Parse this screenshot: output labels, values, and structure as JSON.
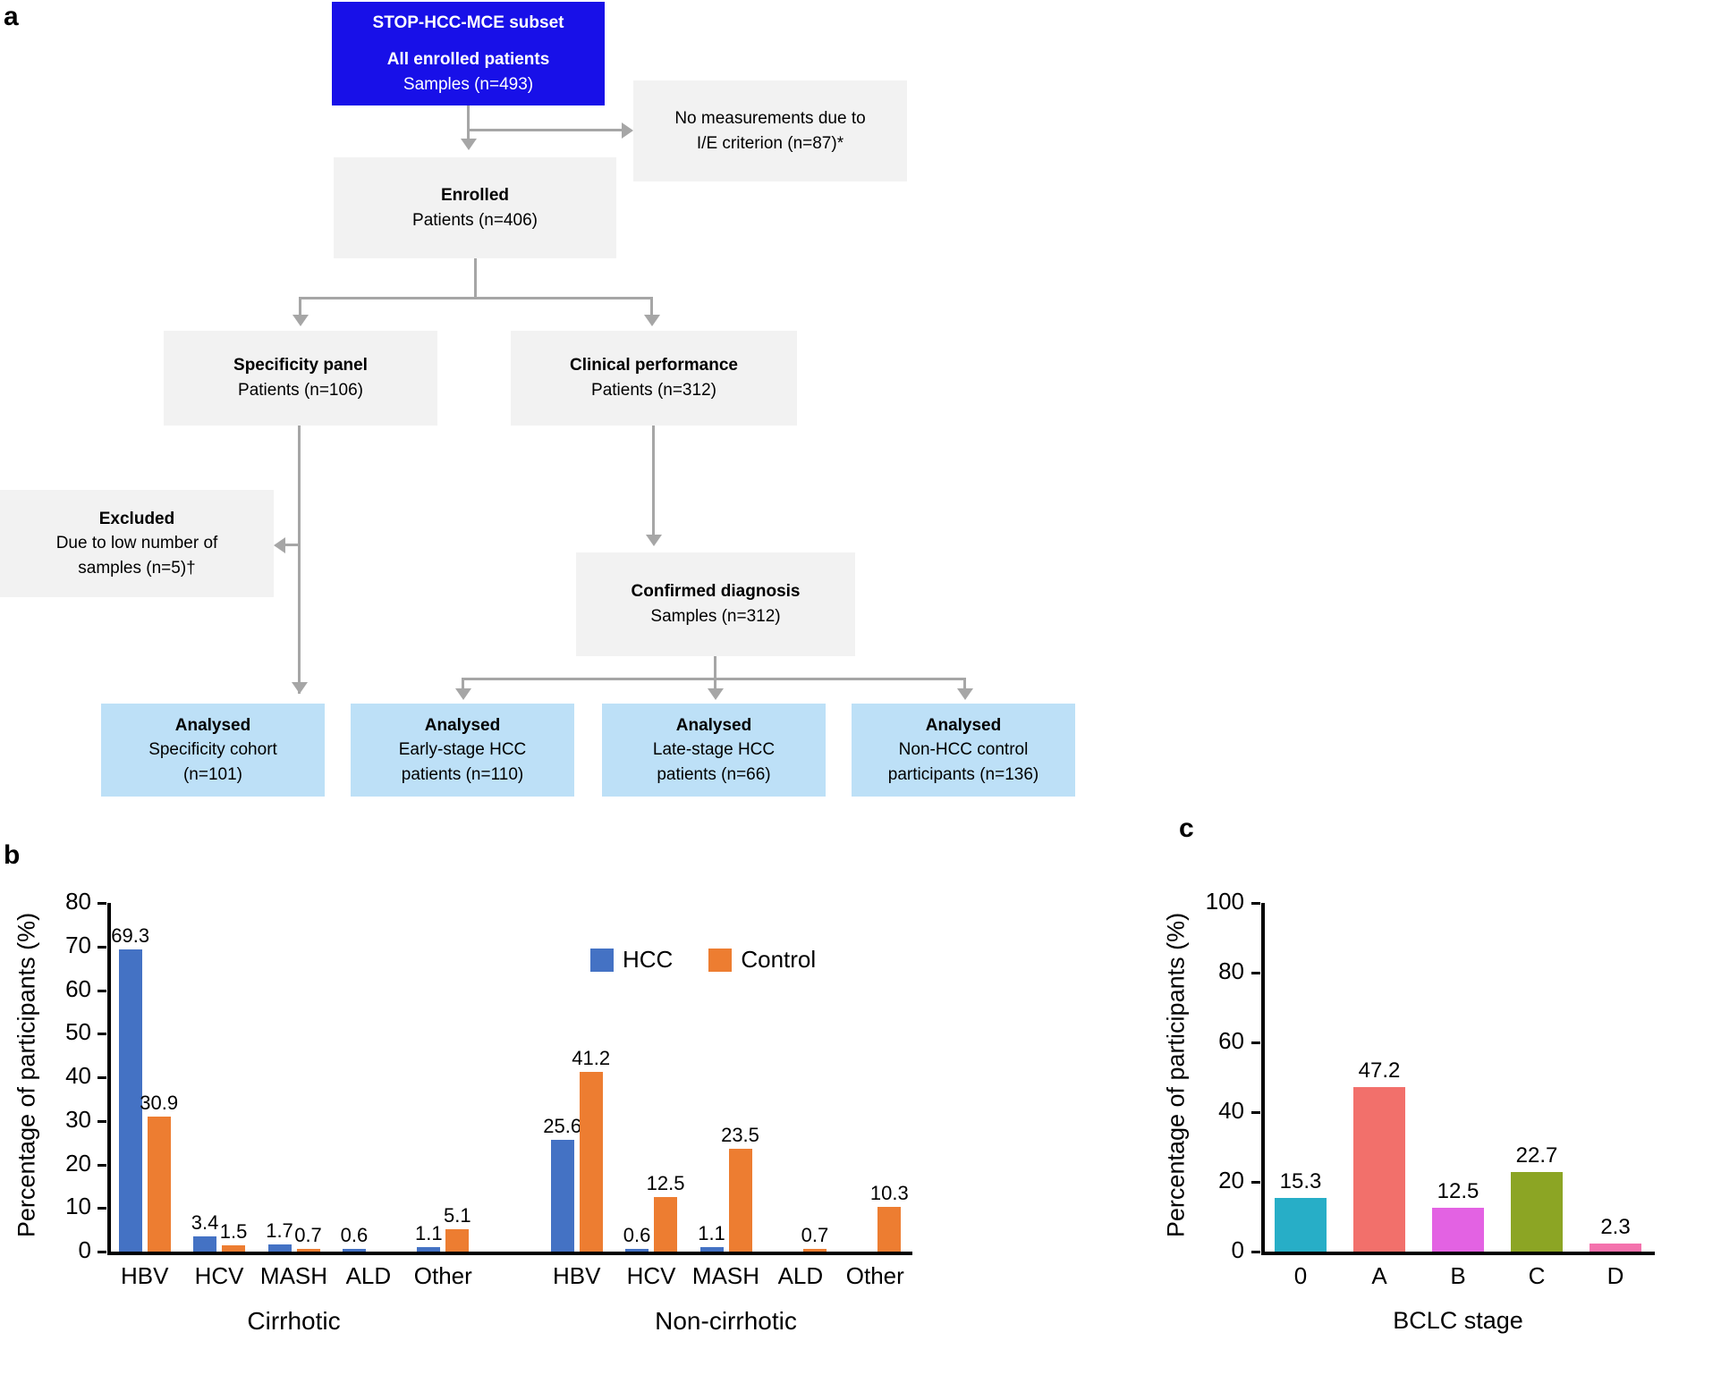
{
  "panels": {
    "a": "a",
    "b": "b",
    "c": "c"
  },
  "flowchart": {
    "boxes": {
      "source": {
        "title": "STOP-HCC-MCE subset",
        "line2": "All enrolled patients",
        "line3": "Samples (n=493)"
      },
      "no_measurements": {
        "line1": "No measurements due to",
        "line2": "I/E criterion (n=87)*"
      },
      "enrolled": {
        "title": "Enrolled",
        "sub": "Patients (n=406)"
      },
      "specificity_panel": {
        "title": "Specificity panel",
        "sub": "Patients (n=106)"
      },
      "clinical_performance": {
        "title": "Clinical performance",
        "sub": "Patients (n=312)"
      },
      "excluded": {
        "title": "Excluded",
        "line2": "Due to low number of",
        "line3": "samples (n=5)†"
      },
      "confirmed_diagnosis": {
        "title": "Confirmed diagnosis",
        "sub": "Samples (n=312)"
      },
      "analysed_specificity": {
        "title": "Analysed",
        "line2": "Specificity cohort",
        "line3": "(n=101)"
      },
      "analysed_early": {
        "title": "Analysed",
        "line2": "Early-stage HCC",
        "line3": "patients (n=110)"
      },
      "analysed_late": {
        "title": "Analysed",
        "line2": "Late-stage HCC",
        "line3": "patients (n=66)"
      },
      "analysed_control": {
        "title": "Analysed",
        "line2": "Non-HCC control",
        "line3": "participants (n=136)"
      }
    },
    "colors": {
      "source_fill": "#1810E8",
      "grey_fill": "#f2f2f2",
      "blue_fill": "#bde0f7",
      "connector": "#a6a6a6"
    }
  },
  "chart_data": [
    {
      "id": "panel_b",
      "type": "bar",
      "title": "",
      "xlabel": "",
      "ylabel": "Percentage of participants (%)",
      "ylim": [
        0,
        80
      ],
      "yticks": [
        0,
        10,
        20,
        30,
        40,
        50,
        60,
        70,
        80
      ],
      "grid": false,
      "legend_position": "top-right",
      "groups": [
        "Cirrhotic",
        "Non-cirrhotic"
      ],
      "categories": [
        "HBV",
        "HCV",
        "MASH",
        "ALD",
        "Other",
        "HBV",
        "HCV",
        "MASH",
        "ALD",
        "Other"
      ],
      "series": [
        {
          "name": "HCC",
          "color": "#4472C4",
          "values": [
            69.3,
            3.4,
            1.7,
            0.6,
            1.1,
            25.6,
            0.6,
            1.1,
            0.0,
            0.0
          ]
        },
        {
          "name": "Control",
          "color": "#ED7D31",
          "values": [
            30.9,
            1.5,
            0.7,
            0.0,
            5.1,
            41.2,
            12.5,
            23.5,
            0.7,
            10.3
          ]
        }
      ],
      "labels": {
        "HCC": [
          "69.3",
          "3.4",
          "1.7",
          "0.6",
          "1.1",
          "25.6",
          "0.6",
          "1.1",
          "",
          ""
        ],
        "Control": [
          "30.9",
          "1.5",
          "0.7",
          "",
          "5.1",
          "41.2",
          "12.5",
          "23.5",
          "0.7",
          "10.3"
        ]
      }
    },
    {
      "id": "panel_c",
      "type": "bar",
      "title": "",
      "xlabel": "BCLC stage",
      "ylabel": "Percentage of participants (%)",
      "ylim": [
        0,
        100
      ],
      "yticks": [
        0,
        20,
        40,
        60,
        80,
        100
      ],
      "grid": false,
      "categories": [
        "0",
        "A",
        "B",
        "C",
        "D"
      ],
      "values": [
        15.3,
        47.2,
        12.5,
        22.7,
        2.3
      ],
      "labels": [
        "15.3",
        "47.2",
        "12.5",
        "22.7",
        "2.3"
      ],
      "colors": [
        "#27AEC7",
        "#F2706B",
        "#E362E3",
        "#8CA524",
        "#F472AD"
      ]
    }
  ]
}
